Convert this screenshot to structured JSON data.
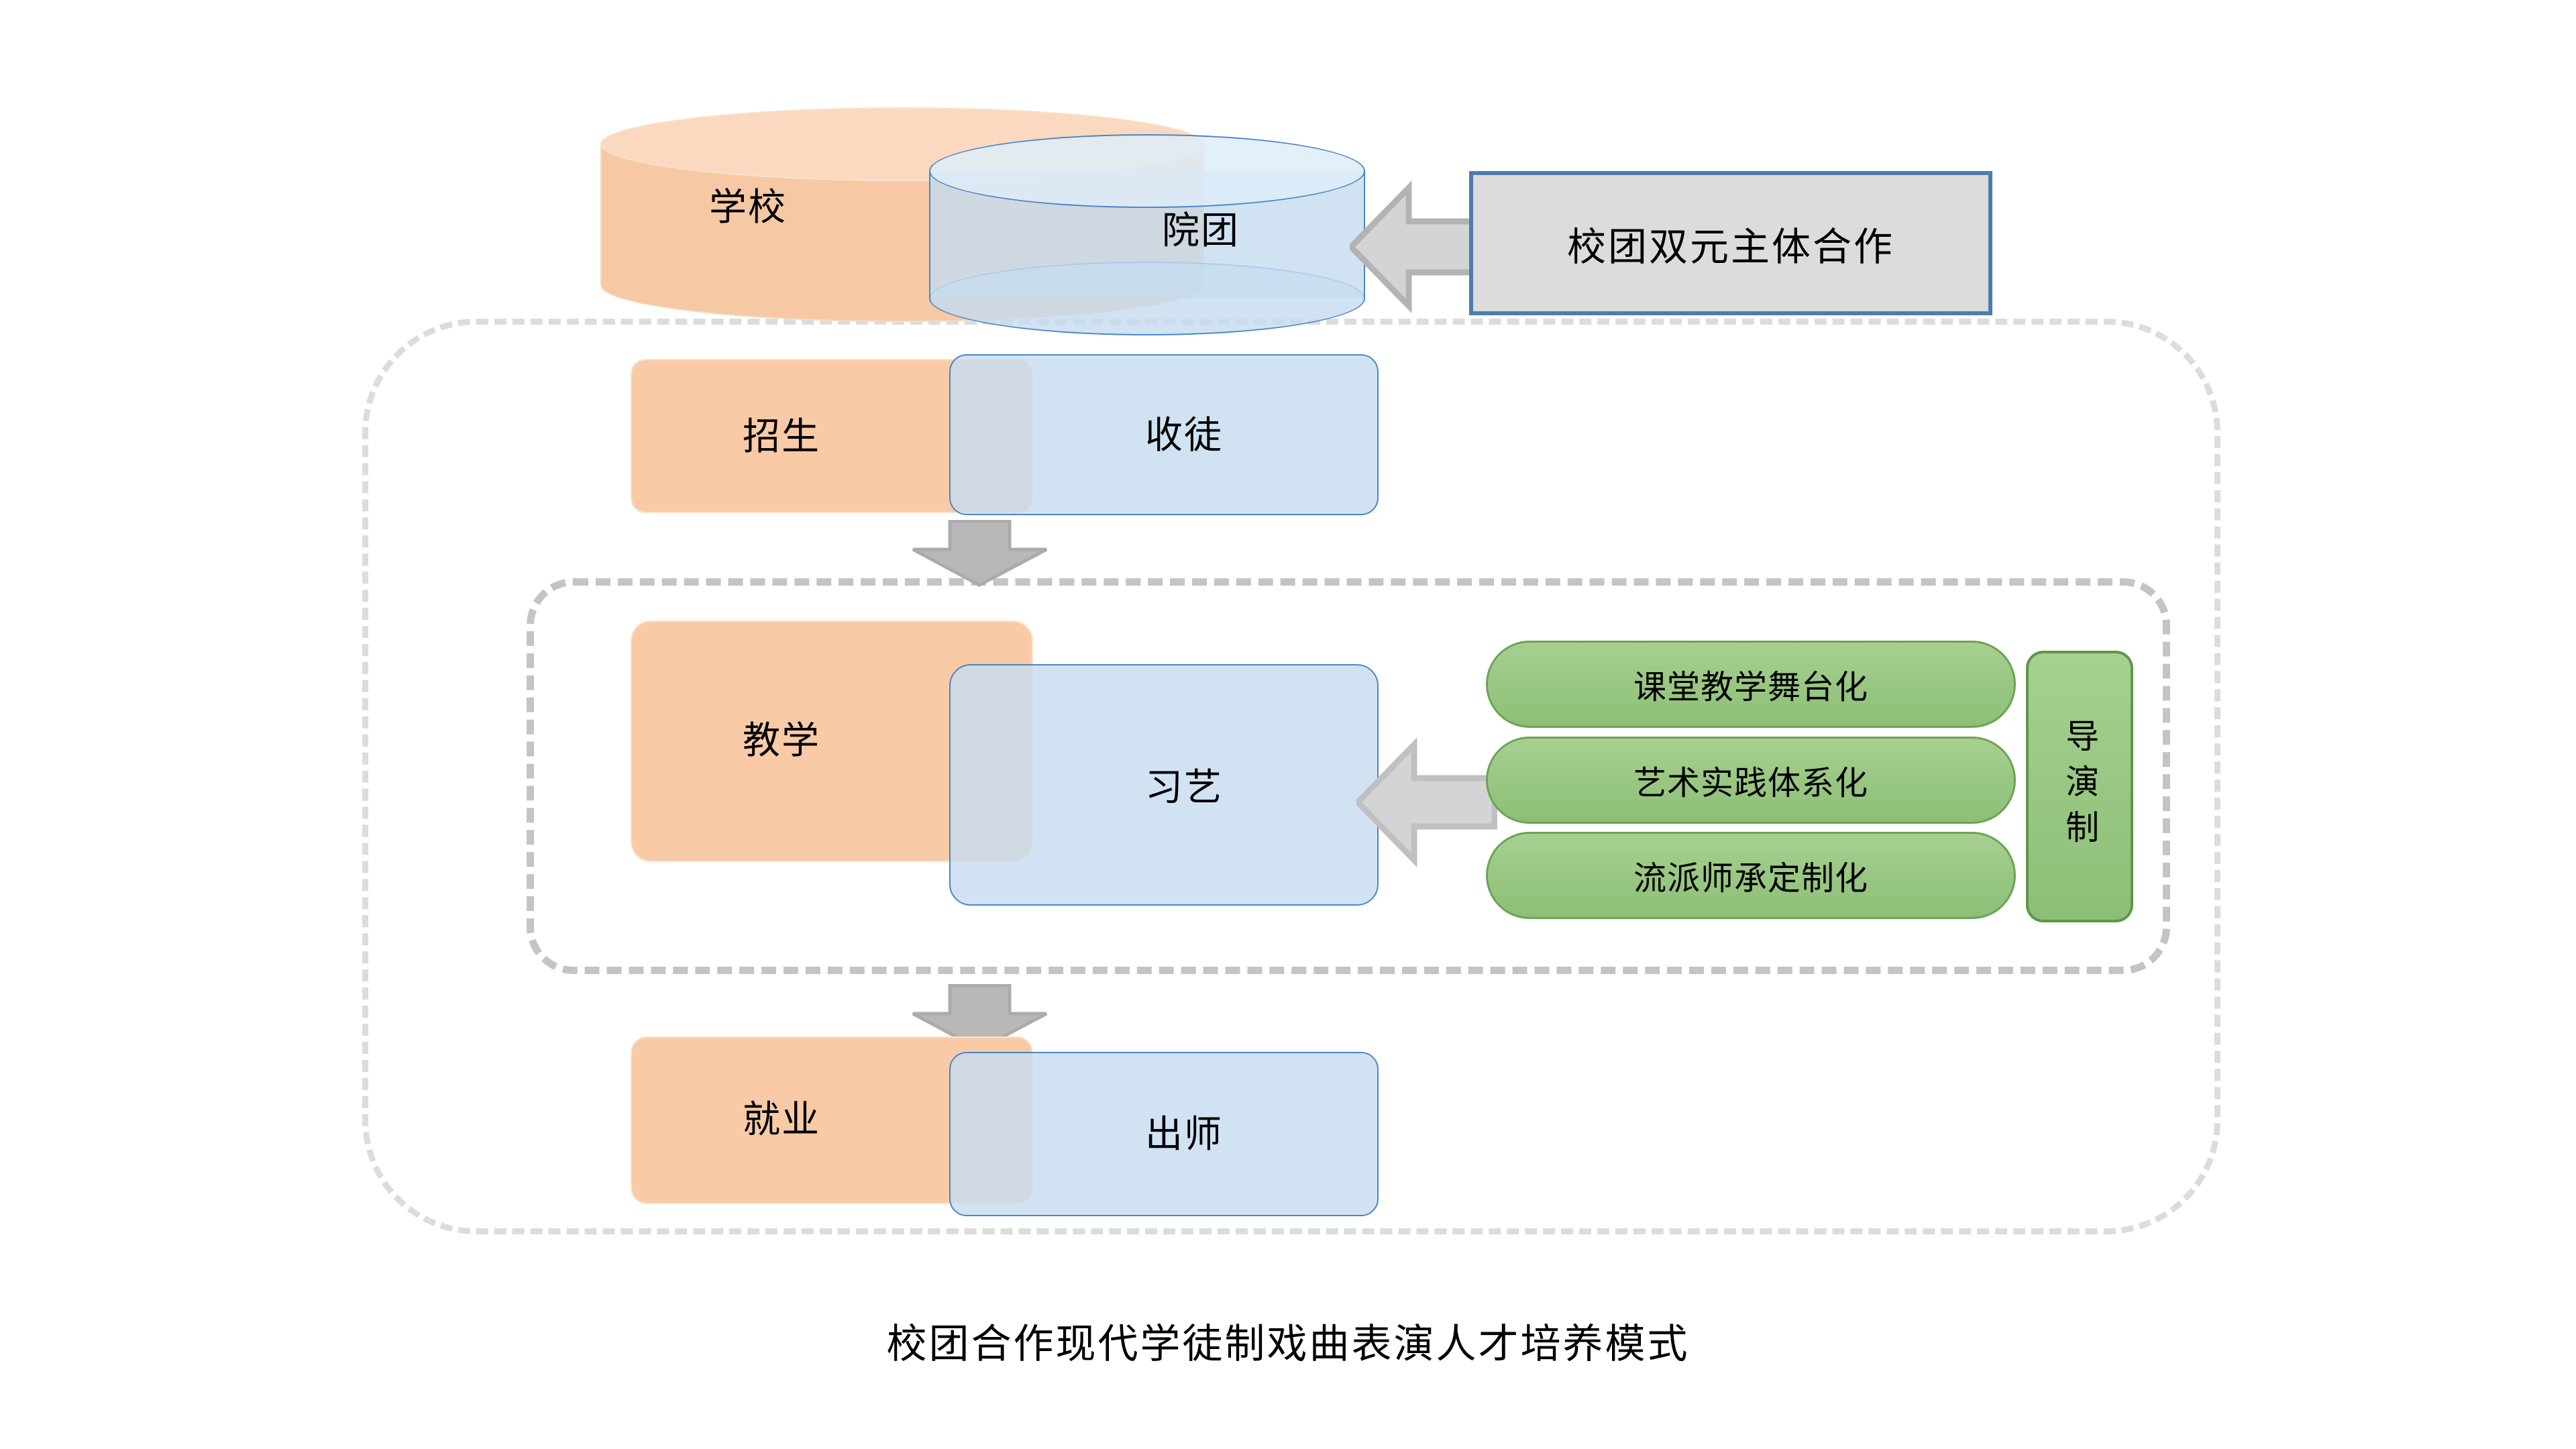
{
  "diagram": {
    "caption": "校团合作现代学徒制戏曲表演人才培养模式",
    "top_row": {
      "school_cylinder": "学校",
      "troupe_cylinder": "院团",
      "callout": "校团双元主体合作",
      "arrow_icon": "arrow-left-icon"
    },
    "rows": [
      {
        "left": "招生",
        "right": "收徒"
      },
      {
        "left": "教学",
        "right": "习艺"
      },
      {
        "left": "就业",
        "right": "出师"
      }
    ],
    "flow_arrows": [
      {
        "icon": "arrow-down-icon"
      },
      {
        "icon": "arrow-down-icon"
      }
    ],
    "teaching_features": [
      "课堂教学舞台化",
      "艺术实践体系化",
      "流派师承定制化"
    ],
    "director_system": "导演制",
    "teaching_arrow_icon": "arrow-left-icon",
    "frames": {
      "outer_label": "school-troupe-cooperation-frame",
      "inner_label": "teaching-stage-frame"
    },
    "colors": {
      "orange_fill": "#F8CBA6",
      "orange_border": "#FBE3CE",
      "blue_fill": "#C5DCF0",
      "blue_border": "#4A86C8",
      "green_fill": "#8FC47B",
      "green_border": "#6DA256",
      "gray_fill": "#DCDCDC",
      "gray_border": "#4E7CAE",
      "arrow_fill": "#D4D4D4",
      "arrow_border": "#B3B3B3",
      "dash_outer": "#DCDCDC",
      "dash_inner": "#C4C4C4",
      "overlap": "#C8D4E0"
    }
  }
}
